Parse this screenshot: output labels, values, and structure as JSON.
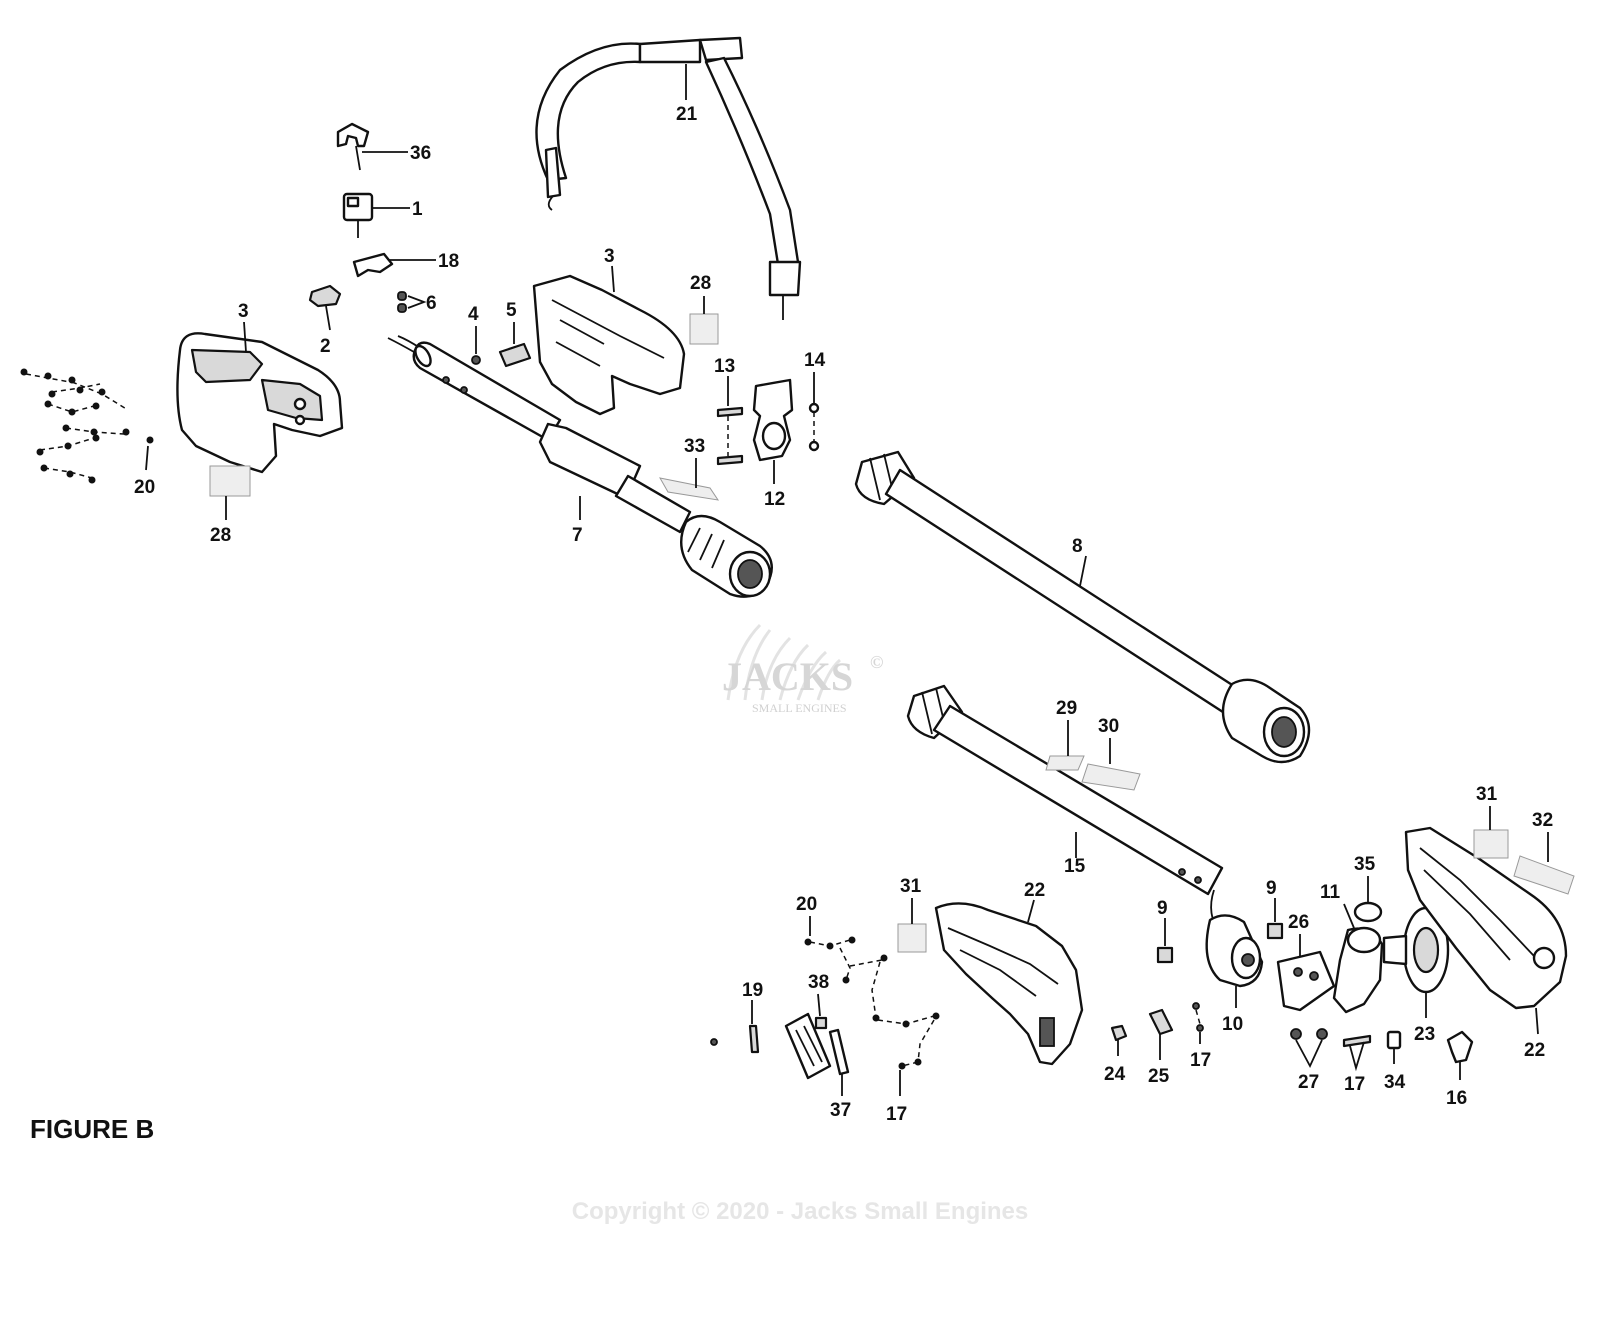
{
  "figure": {
    "title": "FIGURE B",
    "copyright": "Copyright © 2020 - Jacks Small Engines",
    "watermark": {
      "brand": "JACKS",
      "symbol": "©",
      "subtitle": "SMALL ENGINES"
    }
  },
  "callouts": {
    "c1": "1",
    "c2": "2",
    "c3a": "3",
    "c3b": "3",
    "c4": "4",
    "c5": "5",
    "c6": "6",
    "c7": "7",
    "c8": "8",
    "c9a": "9",
    "c9b": "9",
    "c10": "10",
    "c11": "11",
    "c12": "12",
    "c13": "13",
    "c14": "14",
    "c15": "15",
    "c16": "16",
    "c17a": "17",
    "c17b": "17",
    "c17c": "17",
    "c18": "18",
    "c19": "19",
    "c20a": "20",
    "c20b": "20",
    "c21": "21",
    "c22a": "22",
    "c22b": "22",
    "c23": "23",
    "c24": "24",
    "c25": "25",
    "c26": "26",
    "c27": "27",
    "c28a": "28",
    "c28b": "28",
    "c29": "29",
    "c30": "30",
    "c31a": "31",
    "c31b": "31",
    "c32": "32",
    "c33": "33",
    "c34": "34",
    "c35": "35",
    "c36": "36",
    "c37": "37",
    "c38": "38"
  }
}
